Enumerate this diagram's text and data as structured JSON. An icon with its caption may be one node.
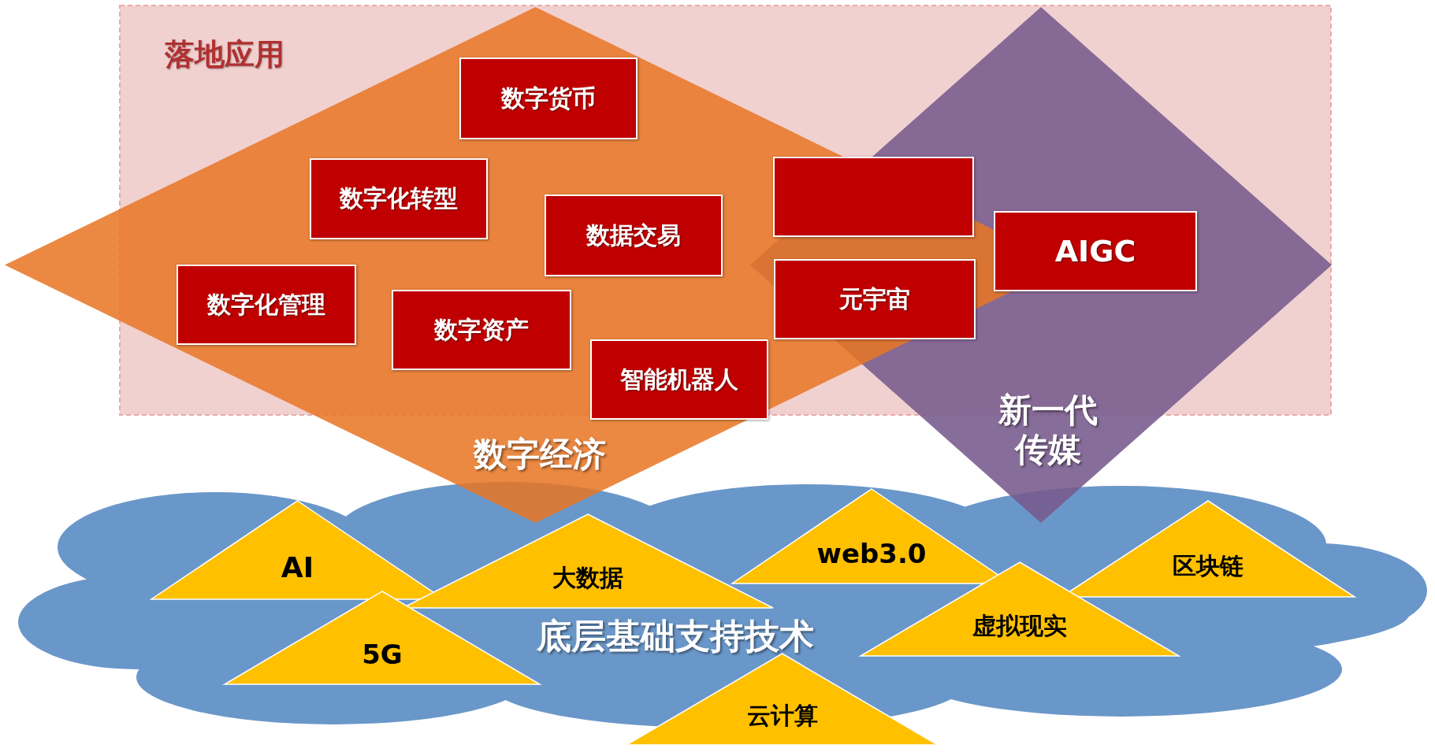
{
  "diagram": {
    "nodes": [
      {
        "text": [
          "落地应用"
        ]
      },
      {
        "text": [
          "数字经济"
        ]
      },
      {
        "text": [
          "新一代传媒"
        ]
      },
      {
        "text": [
          "数字货币"
        ]
      },
      {
        "text": [
          "数字化转型"
        ]
      },
      {
        "text": [
          "数据交易"
        ]
      },
      {
        "text": [
          "数字化管理"
        ]
      },
      {
        "text": [
          "数字资产"
        ]
      },
      {
        "text": [
          "智能机器人"
        ]
      },
      {
        "text": [],
        "shape": "box"
      },
      {
        "text": [
          "元宇宙"
        ]
      },
      {
        "text": [
          "AIGC"
        ]
      },
      {
        "text": [
          "底层基础支持技术"
        ]
      },
      {
        "text": [
          "AI"
        ],
        "in": 12
      },
      {
        "text": [
          "大数据"
        ],
        "in": 12
      },
      {
        "text": [
          "web3.0"
        ],
        "in": 12
      },
      {
        "text": [
          "区块链"
        ],
        "in": 12
      },
      {
        "text": [
          "5G"
        ],
        "in": 12
      },
      {
        "text": [
          "虚拟现实"
        ],
        "in": 12
      },
      {
        "text": [
          "云计算"
        ]
      }
    ],
    "edges": []
  }
}
